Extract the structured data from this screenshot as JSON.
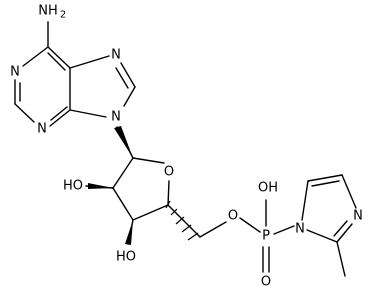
{
  "molecule": {
    "labels": {
      "amine": "NH",
      "amine_sub": "2",
      "n1": "N",
      "n3": "N",
      "n7": "N",
      "n9": "N",
      "ring_o": "O",
      "ester_o": "O",
      "phosphorus": "P",
      "phosphoryl_o": "O",
      "p_oh": "OH",
      "ho_2": "HO",
      "ho_3": "HO",
      "imid_n1": "N",
      "imid_n3": "N"
    },
    "colors": {
      "ink": "#000000",
      "background": "#ffffff"
    }
  }
}
